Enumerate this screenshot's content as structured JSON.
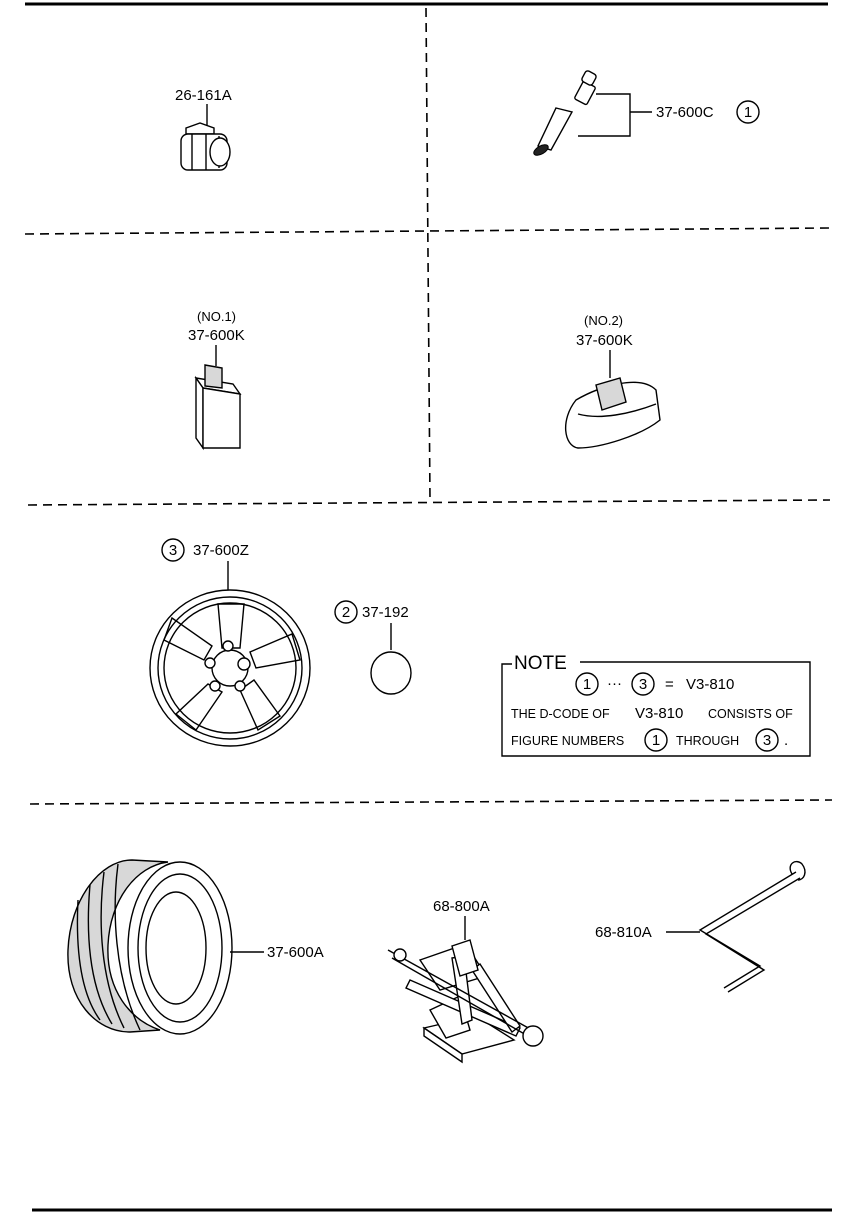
{
  "parts": {
    "lug_nut": "26-161A",
    "valve": "37-600C",
    "valve_ref": "1",
    "weight1_no": "(NO.1)",
    "weight1": "37-600K",
    "weight2_no": "(NO.2)",
    "weight2": "37-600K",
    "wheel_ref": "3",
    "wheel": "37-600Z",
    "cap_ref": "2",
    "cap": "37-192",
    "tire": "37-600A",
    "jack": "68-800A",
    "handle": "68-810A"
  },
  "note": {
    "title": "NOTE",
    "ref_start": "1",
    "range_sep": "···",
    "ref_end": "3",
    "equals": "=",
    "dcode": "V3-810",
    "line2_a": "THE D-CODE OF",
    "line2_code": "V3-810",
    "line2_b": "CONSISTS OF",
    "line3_a": "FIGURE NUMBERS",
    "line3_ref1": "1",
    "line3_b": "THROUGH",
    "line3_ref2": "3",
    "line3_end": "."
  }
}
